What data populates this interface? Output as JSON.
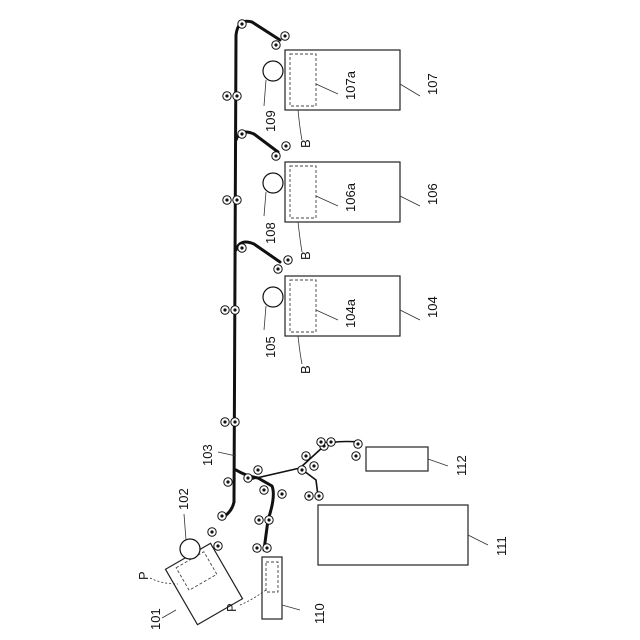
{
  "labels": {
    "sheet_tray": "101",
    "pickup_roller": "102",
    "conveyance_path": "103",
    "unit_104": "104",
    "unit_104_inner": "104a",
    "roller_105": "105",
    "unit_106": "106",
    "unit_106_inner": "106a",
    "roller_108": "108",
    "unit_107": "107",
    "unit_107_inner": "107a",
    "roller_109": "109",
    "manual_tray": "110",
    "unit_111": "111",
    "unit_112": "112",
    "sheet_p_tray": "P",
    "sheet_p_manual": "P",
    "b_mark_104": "B",
    "b_mark_106": "B",
    "b_mark_107": "B"
  }
}
